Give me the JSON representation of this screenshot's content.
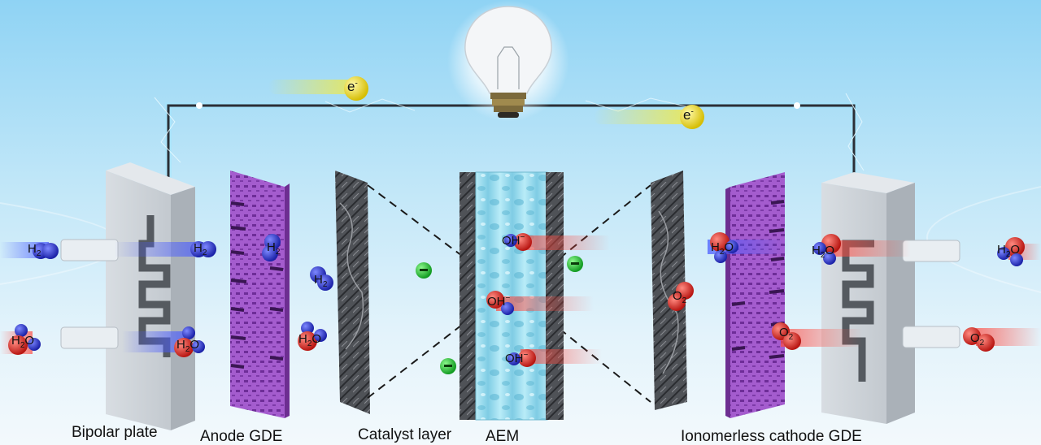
{
  "labels": {
    "bipolar_plate": "Bipolar plate",
    "anode_gde": "Anode GDE",
    "catalyst_layer": "Catalyst layer",
    "aem": "AEM",
    "cathode_gde": "Ionomerless cathode GDE"
  },
  "electron": {
    "symbol": "e",
    "charge": "-"
  },
  "molecules": {
    "h2": {
      "base": "H",
      "sub": "2"
    },
    "h2o": {
      "base": "H",
      "sub": "2",
      "tail": "O"
    },
    "o2": {
      "base": "O",
      "sub": "2"
    },
    "oh": {
      "base": "OH",
      "sup": "−"
    }
  },
  "colors": {
    "hydrogen": "#2d39d6",
    "oxygen": "#e8302a",
    "hydroxide_minus": "#22c23a",
    "electron": "#f2e21a",
    "anode_gde": "#a65ad0",
    "aem": "#9fdcef",
    "wire": "#2b2f36"
  }
}
